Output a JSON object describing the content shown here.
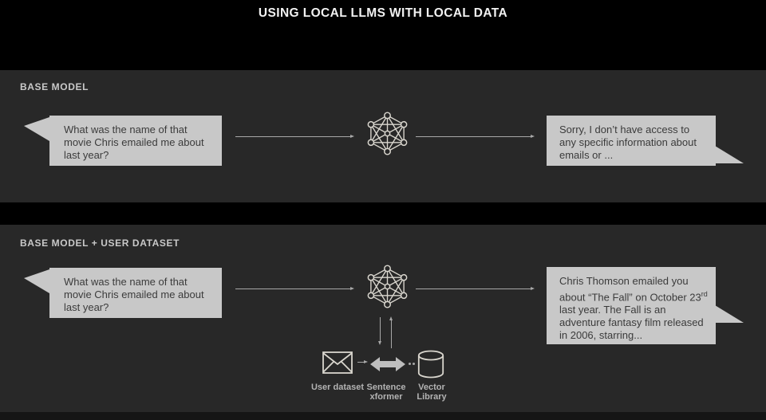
{
  "title": "USING LOCAL LLMS WITH LOCAL DATA",
  "panel1": {
    "header": "BASE MODEL",
    "prompt": "What was the name of that movie Chris emailed me about last year?",
    "response": "Sorry, I don’t have access to any specific information about emails or ..."
  },
  "panel2": {
    "header": "BASE MODEL + USER DATASET",
    "prompt": "What was the name of that movie Chris emailed me about last year?",
    "response_part1": "Chris Thomson emailed you about  “The Fall” on October 23",
    "response_sup": "rd",
    "response_part2": " last year. The Fall is an adventure fantasy film released in 2006, starring...",
    "pipeline": [
      {
        "icon": "envelope-icon",
        "label": "User dataset"
      },
      {
        "icon": "double-arrow-icon",
        "label": "Sentence xformer"
      },
      {
        "icon": "database-cylinder-icon",
        "label": "Vector Library"
      }
    ]
  },
  "colors": {
    "background": "#000000",
    "panel_bg": "#282828",
    "bubble_bg": "#c8c8c8",
    "bubble_text": "#3b3b3b",
    "line_accent": "#d9d6ce"
  }
}
